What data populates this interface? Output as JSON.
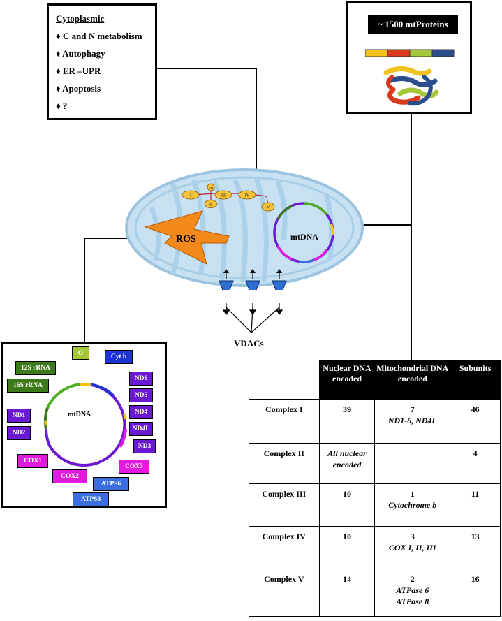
{
  "cytoplasmic": {
    "heading": "Cytoplasmic",
    "items": [
      "♦ C and N metabolism",
      "♦ Autophagy",
      "♦ ER –UPR",
      "♦ Apoptosis",
      "♦ ?"
    ]
  },
  "mtproteins": {
    "label": "~ 1500 mtProteins"
  },
  "mitochondrion": {
    "etc": [
      "I",
      "II",
      "III",
      "IV",
      "V"
    ],
    "q_label": "UQ",
    "mtdna_label": "mtDNA",
    "ros_label": "ROS",
    "vdac_label": "VDACs"
  },
  "genome_map": {
    "center_label": "mtDNA",
    "genes": [
      {
        "id": "O",
        "label": "O",
        "color": "#a4c639"
      },
      {
        "id": "cytb",
        "label": "Cyt b",
        "color": "#1e33d6"
      },
      {
        "id": "12s",
        "label": "12S rRNA",
        "color": "#3c7a1c"
      },
      {
        "id": "16s",
        "label": "16S rRNA",
        "color": "#3c7a1c"
      },
      {
        "id": "nd6",
        "label": "ND6",
        "color": "#6b1ad1"
      },
      {
        "id": "nd5",
        "label": "ND5",
        "color": "#6b1ad1"
      },
      {
        "id": "nd4",
        "label": "ND4",
        "color": "#6b1ad1"
      },
      {
        "id": "nd4l",
        "label": "ND4L",
        "color": "#6b1ad1"
      },
      {
        "id": "nd3",
        "label": "ND3",
        "color": "#6b1ad1"
      },
      {
        "id": "nd1",
        "label": "ND1",
        "color": "#6b1ad1"
      },
      {
        "id": "nd2",
        "label": "ND2",
        "color": "#6b1ad1"
      },
      {
        "id": "cox1",
        "label": "COX1",
        "color": "#e21adf"
      },
      {
        "id": "cox2",
        "label": "COX2",
        "color": "#e21adf"
      },
      {
        "id": "cox3",
        "label": "COX3",
        "color": "#e21adf"
      },
      {
        "id": "atps6",
        "label": "ATPS6",
        "color": "#3b6fe0"
      },
      {
        "id": "atps8",
        "label": "ATPS8",
        "color": "#3b6fe0"
      }
    ]
  },
  "complex_table": {
    "headers": [
      "Nuclear DNA encoded",
      "Mitochondrial DNA encoded",
      "Subunits"
    ],
    "rows": [
      {
        "name": "Complex I",
        "nuclear": "39",
        "nuclear_note": "",
        "mito": "7",
        "mito_genes": [
          "ND1-6, ND4L"
        ],
        "subunits": "46"
      },
      {
        "name": "Complex II",
        "nuclear": "",
        "nuclear_note": "All nuclear encoded",
        "mito": "",
        "mito_genes": [],
        "subunits": "4"
      },
      {
        "name": "Complex III",
        "nuclear": "10",
        "nuclear_note": "",
        "mito": "1",
        "mito_genes": [
          "Cytochrome b"
        ],
        "subunits": "11"
      },
      {
        "name": "Complex IV",
        "nuclear": "10",
        "nuclear_note": "",
        "mito": "3",
        "mito_genes": [
          "COX I, II, III"
        ],
        "subunits": "13"
      },
      {
        "name": "Complex V",
        "nuclear": "14",
        "nuclear_note": "",
        "mito": "2",
        "mito_genes": [
          "ATPase 6",
          "ATPase 8"
        ],
        "subunits": "16"
      }
    ]
  },
  "colors": {
    "mito_fill": "#c7e1f2",
    "etc_fill": "#f4c23a",
    "ros_fill": "#f28a1b",
    "vdac_fill": "#2d6fd0"
  }
}
